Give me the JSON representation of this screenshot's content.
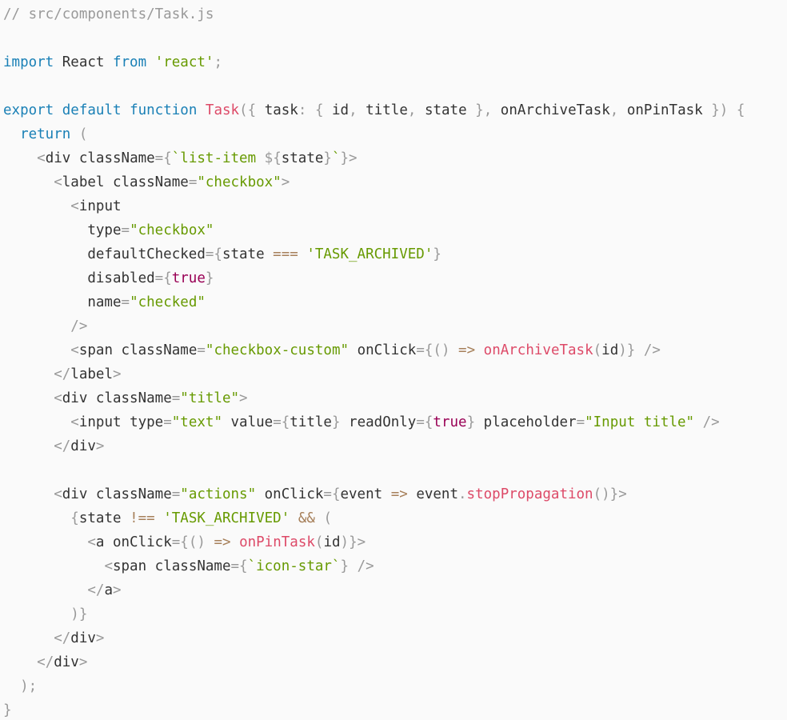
{
  "code": {
    "language": "jsx",
    "colors": {
      "background": "#fafafa",
      "text": "#333333",
      "comment": "#999999",
      "keyword": "#1a80b6",
      "string": "#679a01",
      "function": "#dd4a68",
      "punctuation": "#999999",
      "operator": "#a67f59",
      "boolean": "#990055"
    },
    "lines": [
      [
        {
          "t": "// src/components/Task.js",
          "c": "comment"
        }
      ],
      [],
      [
        {
          "t": "import",
          "c": "keyword"
        },
        {
          "t": " React ",
          "c": "text"
        },
        {
          "t": "from",
          "c": "keyword"
        },
        {
          "t": " ",
          "c": "text"
        },
        {
          "t": "'react'",
          "c": "string"
        },
        {
          "t": ";",
          "c": "punct"
        }
      ],
      [],
      [
        {
          "t": "export",
          "c": "keyword"
        },
        {
          "t": " ",
          "c": "text"
        },
        {
          "t": "default",
          "c": "keyword"
        },
        {
          "t": " ",
          "c": "text"
        },
        {
          "t": "function",
          "c": "keyword"
        },
        {
          "t": " ",
          "c": "text"
        },
        {
          "t": "Task",
          "c": "func"
        },
        {
          "t": "({",
          "c": "punct"
        },
        {
          "t": " task",
          "c": "text"
        },
        {
          "t": ":",
          "c": "punct"
        },
        {
          "t": " ",
          "c": "text"
        },
        {
          "t": "{",
          "c": "punct"
        },
        {
          "t": " id",
          "c": "text"
        },
        {
          "t": ",",
          "c": "punct"
        },
        {
          "t": " title",
          "c": "text"
        },
        {
          "t": ",",
          "c": "punct"
        },
        {
          "t": " state ",
          "c": "text"
        },
        {
          "t": "}",
          "c": "punct"
        },
        {
          "t": ",",
          "c": "punct"
        },
        {
          "t": " onArchiveTask",
          "c": "text"
        },
        {
          "t": ",",
          "c": "punct"
        },
        {
          "t": " onPinTask ",
          "c": "text"
        },
        {
          "t": "})",
          "c": "punct"
        },
        {
          "t": " ",
          "c": "text"
        },
        {
          "t": "{",
          "c": "punct"
        }
      ],
      [
        {
          "t": "  ",
          "c": "text"
        },
        {
          "t": "return",
          "c": "keyword"
        },
        {
          "t": " ",
          "c": "text"
        },
        {
          "t": "(",
          "c": "punct"
        }
      ],
      [
        {
          "t": "    ",
          "c": "text"
        },
        {
          "t": "<",
          "c": "punct"
        },
        {
          "t": "div",
          "c": "tag"
        },
        {
          "t": " className",
          "c": "attr"
        },
        {
          "t": "={",
          "c": "punct"
        },
        {
          "t": "`",
          "c": "string"
        },
        {
          "t": "list-item ",
          "c": "string"
        },
        {
          "t": "${",
          "c": "punct"
        },
        {
          "t": "state",
          "c": "text"
        },
        {
          "t": "}",
          "c": "punct"
        },
        {
          "t": "`",
          "c": "string"
        },
        {
          "t": "}>",
          "c": "punct"
        }
      ],
      [
        {
          "t": "      ",
          "c": "text"
        },
        {
          "t": "<",
          "c": "punct"
        },
        {
          "t": "label",
          "c": "tag"
        },
        {
          "t": " className",
          "c": "attr"
        },
        {
          "t": "=",
          "c": "punct"
        },
        {
          "t": "\"checkbox\"",
          "c": "string"
        },
        {
          "t": ">",
          "c": "punct"
        }
      ],
      [
        {
          "t": "        ",
          "c": "text"
        },
        {
          "t": "<",
          "c": "punct"
        },
        {
          "t": "input",
          "c": "tag"
        }
      ],
      [
        {
          "t": "          type",
          "c": "attr"
        },
        {
          "t": "=",
          "c": "punct"
        },
        {
          "t": "\"checkbox\"",
          "c": "string"
        }
      ],
      [
        {
          "t": "          defaultChecked",
          "c": "attr"
        },
        {
          "t": "={",
          "c": "punct"
        },
        {
          "t": "state ",
          "c": "text"
        },
        {
          "t": "===",
          "c": "operator"
        },
        {
          "t": " ",
          "c": "text"
        },
        {
          "t": "'TASK_ARCHIVED'",
          "c": "string"
        },
        {
          "t": "}",
          "c": "punct"
        }
      ],
      [
        {
          "t": "          disabled",
          "c": "attr"
        },
        {
          "t": "={",
          "c": "punct"
        },
        {
          "t": "true",
          "c": "boolean"
        },
        {
          "t": "}",
          "c": "punct"
        }
      ],
      [
        {
          "t": "          name",
          "c": "attr"
        },
        {
          "t": "=",
          "c": "punct"
        },
        {
          "t": "\"checked\"",
          "c": "string"
        }
      ],
      [
        {
          "t": "        ",
          "c": "text"
        },
        {
          "t": "/>",
          "c": "punct"
        }
      ],
      [
        {
          "t": "        ",
          "c": "text"
        },
        {
          "t": "<",
          "c": "punct"
        },
        {
          "t": "span",
          "c": "tag"
        },
        {
          "t": " className",
          "c": "attr"
        },
        {
          "t": "=",
          "c": "punct"
        },
        {
          "t": "\"checkbox-custom\"",
          "c": "string"
        },
        {
          "t": " onClick",
          "c": "attr"
        },
        {
          "t": "={",
          "c": "punct"
        },
        {
          "t": "()",
          "c": "punct"
        },
        {
          "t": " ",
          "c": "text"
        },
        {
          "t": "=>",
          "c": "operator"
        },
        {
          "t": " ",
          "c": "text"
        },
        {
          "t": "onArchiveTask",
          "c": "func"
        },
        {
          "t": "(",
          "c": "punct"
        },
        {
          "t": "id",
          "c": "text"
        },
        {
          "t": ")}",
          "c": "punct"
        },
        {
          "t": " ",
          "c": "text"
        },
        {
          "t": "/>",
          "c": "punct"
        }
      ],
      [
        {
          "t": "      ",
          "c": "text"
        },
        {
          "t": "</",
          "c": "punct"
        },
        {
          "t": "label",
          "c": "tag"
        },
        {
          "t": ">",
          "c": "punct"
        }
      ],
      [
        {
          "t": "      ",
          "c": "text"
        },
        {
          "t": "<",
          "c": "punct"
        },
        {
          "t": "div",
          "c": "tag"
        },
        {
          "t": " className",
          "c": "attr"
        },
        {
          "t": "=",
          "c": "punct"
        },
        {
          "t": "\"title\"",
          "c": "string"
        },
        {
          "t": ">",
          "c": "punct"
        }
      ],
      [
        {
          "t": "        ",
          "c": "text"
        },
        {
          "t": "<",
          "c": "punct"
        },
        {
          "t": "input",
          "c": "tag"
        },
        {
          "t": " type",
          "c": "attr"
        },
        {
          "t": "=",
          "c": "punct"
        },
        {
          "t": "\"text\"",
          "c": "string"
        },
        {
          "t": " value",
          "c": "attr"
        },
        {
          "t": "={",
          "c": "punct"
        },
        {
          "t": "title",
          "c": "text"
        },
        {
          "t": "}",
          "c": "punct"
        },
        {
          "t": " readOnly",
          "c": "attr"
        },
        {
          "t": "={",
          "c": "punct"
        },
        {
          "t": "true",
          "c": "boolean"
        },
        {
          "t": "}",
          "c": "punct"
        },
        {
          "t": " placeholder",
          "c": "attr"
        },
        {
          "t": "=",
          "c": "punct"
        },
        {
          "t": "\"Input title\"",
          "c": "string"
        },
        {
          "t": " ",
          "c": "text"
        },
        {
          "t": "/>",
          "c": "punct"
        }
      ],
      [
        {
          "t": "      ",
          "c": "text"
        },
        {
          "t": "</",
          "c": "punct"
        },
        {
          "t": "div",
          "c": "tag"
        },
        {
          "t": ">",
          "c": "punct"
        }
      ],
      [],
      [
        {
          "t": "      ",
          "c": "text"
        },
        {
          "t": "<",
          "c": "punct"
        },
        {
          "t": "div",
          "c": "tag"
        },
        {
          "t": " className",
          "c": "attr"
        },
        {
          "t": "=",
          "c": "punct"
        },
        {
          "t": "\"actions\"",
          "c": "string"
        },
        {
          "t": " onClick",
          "c": "attr"
        },
        {
          "t": "={",
          "c": "punct"
        },
        {
          "t": "event ",
          "c": "text"
        },
        {
          "t": "=>",
          "c": "operator"
        },
        {
          "t": " event",
          "c": "text"
        },
        {
          "t": ".",
          "c": "punct"
        },
        {
          "t": "stopPropagation",
          "c": "func"
        },
        {
          "t": "()}>",
          "c": "punct"
        }
      ],
      [
        {
          "t": "        ",
          "c": "text"
        },
        {
          "t": "{",
          "c": "punct"
        },
        {
          "t": "state ",
          "c": "text"
        },
        {
          "t": "!==",
          "c": "operator"
        },
        {
          "t": " ",
          "c": "text"
        },
        {
          "t": "'TASK_ARCHIVED'",
          "c": "string"
        },
        {
          "t": " ",
          "c": "text"
        },
        {
          "t": "&&",
          "c": "operator"
        },
        {
          "t": " ",
          "c": "text"
        },
        {
          "t": "(",
          "c": "punct"
        }
      ],
      [
        {
          "t": "          ",
          "c": "text"
        },
        {
          "t": "<",
          "c": "punct"
        },
        {
          "t": "a",
          "c": "tag"
        },
        {
          "t": " onClick",
          "c": "attr"
        },
        {
          "t": "={",
          "c": "punct"
        },
        {
          "t": "()",
          "c": "punct"
        },
        {
          "t": " ",
          "c": "text"
        },
        {
          "t": "=>",
          "c": "operator"
        },
        {
          "t": " ",
          "c": "text"
        },
        {
          "t": "onPinTask",
          "c": "func"
        },
        {
          "t": "(",
          "c": "punct"
        },
        {
          "t": "id",
          "c": "text"
        },
        {
          "t": ")}>",
          "c": "punct"
        }
      ],
      [
        {
          "t": "            ",
          "c": "text"
        },
        {
          "t": "<",
          "c": "punct"
        },
        {
          "t": "span",
          "c": "tag"
        },
        {
          "t": " className",
          "c": "attr"
        },
        {
          "t": "={",
          "c": "punct"
        },
        {
          "t": "`icon-star`",
          "c": "string"
        },
        {
          "t": "}",
          "c": "punct"
        },
        {
          "t": " ",
          "c": "text"
        },
        {
          "t": "/>",
          "c": "punct"
        }
      ],
      [
        {
          "t": "          ",
          "c": "text"
        },
        {
          "t": "</",
          "c": "punct"
        },
        {
          "t": "a",
          "c": "tag"
        },
        {
          "t": ">",
          "c": "punct"
        }
      ],
      [
        {
          "t": "        ",
          "c": "text"
        },
        {
          "t": ")}",
          "c": "punct"
        }
      ],
      [
        {
          "t": "      ",
          "c": "text"
        },
        {
          "t": "</",
          "c": "punct"
        },
        {
          "t": "div",
          "c": "tag"
        },
        {
          "t": ">",
          "c": "punct"
        }
      ],
      [
        {
          "t": "    ",
          "c": "text"
        },
        {
          "t": "</",
          "c": "punct"
        },
        {
          "t": "div",
          "c": "tag"
        },
        {
          "t": ">",
          "c": "punct"
        }
      ],
      [
        {
          "t": "  ",
          "c": "text"
        },
        {
          "t": ");",
          "c": "punct"
        }
      ],
      [
        {
          "t": "}",
          "c": "punct"
        }
      ]
    ]
  }
}
